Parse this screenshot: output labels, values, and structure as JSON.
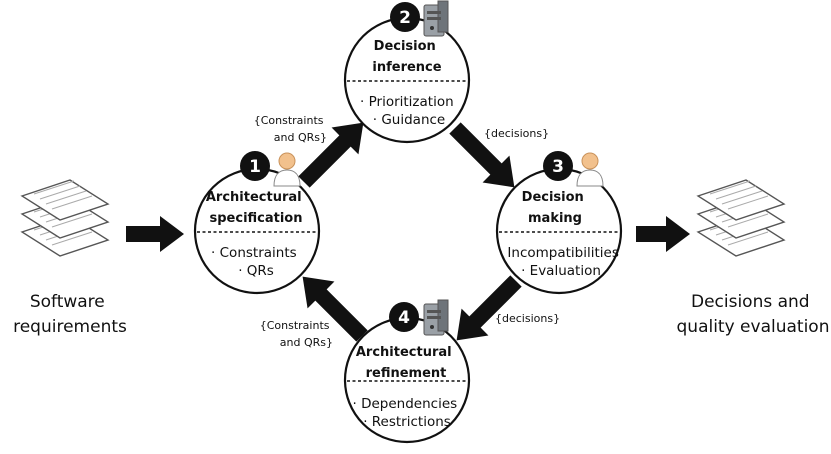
{
  "input": {
    "label_lines": [
      "Software",
      "requirements"
    ]
  },
  "output": {
    "label_lines": [
      "Decisions and",
      "quality evaluation"
    ]
  },
  "stages": [
    {
      "number": "1",
      "title_lines": [
        "Architectural",
        "specification"
      ],
      "items": [
        "· Constraints",
        "· QRs"
      ],
      "actor_icon": "person-icon"
    },
    {
      "number": "2",
      "title_lines": [
        "Decision",
        "inference"
      ],
      "items": [
        "· Prioritization",
        "· Guidance"
      ],
      "actor_icon": "computer-icon"
    },
    {
      "number": "3",
      "title_lines": [
        "Decision",
        "making"
      ],
      "items": [
        "· Incompatibilities",
        "· Evaluation"
      ],
      "actor_icon": "person-icon"
    },
    {
      "number": "4",
      "title_lines": [
        "Architectural",
        "refinement"
      ],
      "items": [
        "· Dependencies",
        "· Restrictions"
      ],
      "actor_icon": "computer-icon"
    }
  ],
  "flows": [
    {
      "from": "1",
      "to": "2",
      "label_lines": [
        "{Constraints",
        "and QRs}"
      ]
    },
    {
      "from": "2",
      "to": "3",
      "label_lines": [
        "{decisions}"
      ]
    },
    {
      "from": "3",
      "to": "4",
      "label_lines": [
        "{decisions}"
      ]
    },
    {
      "from": "4",
      "to": "1",
      "label_lines": [
        "{Constraints",
        "and QRs}"
      ]
    }
  ],
  "colors": {
    "arrow": "#111111",
    "circle_stroke": "#111111",
    "badge": "#111111",
    "person": "#f2c18d",
    "computer": "#8e949b"
  }
}
